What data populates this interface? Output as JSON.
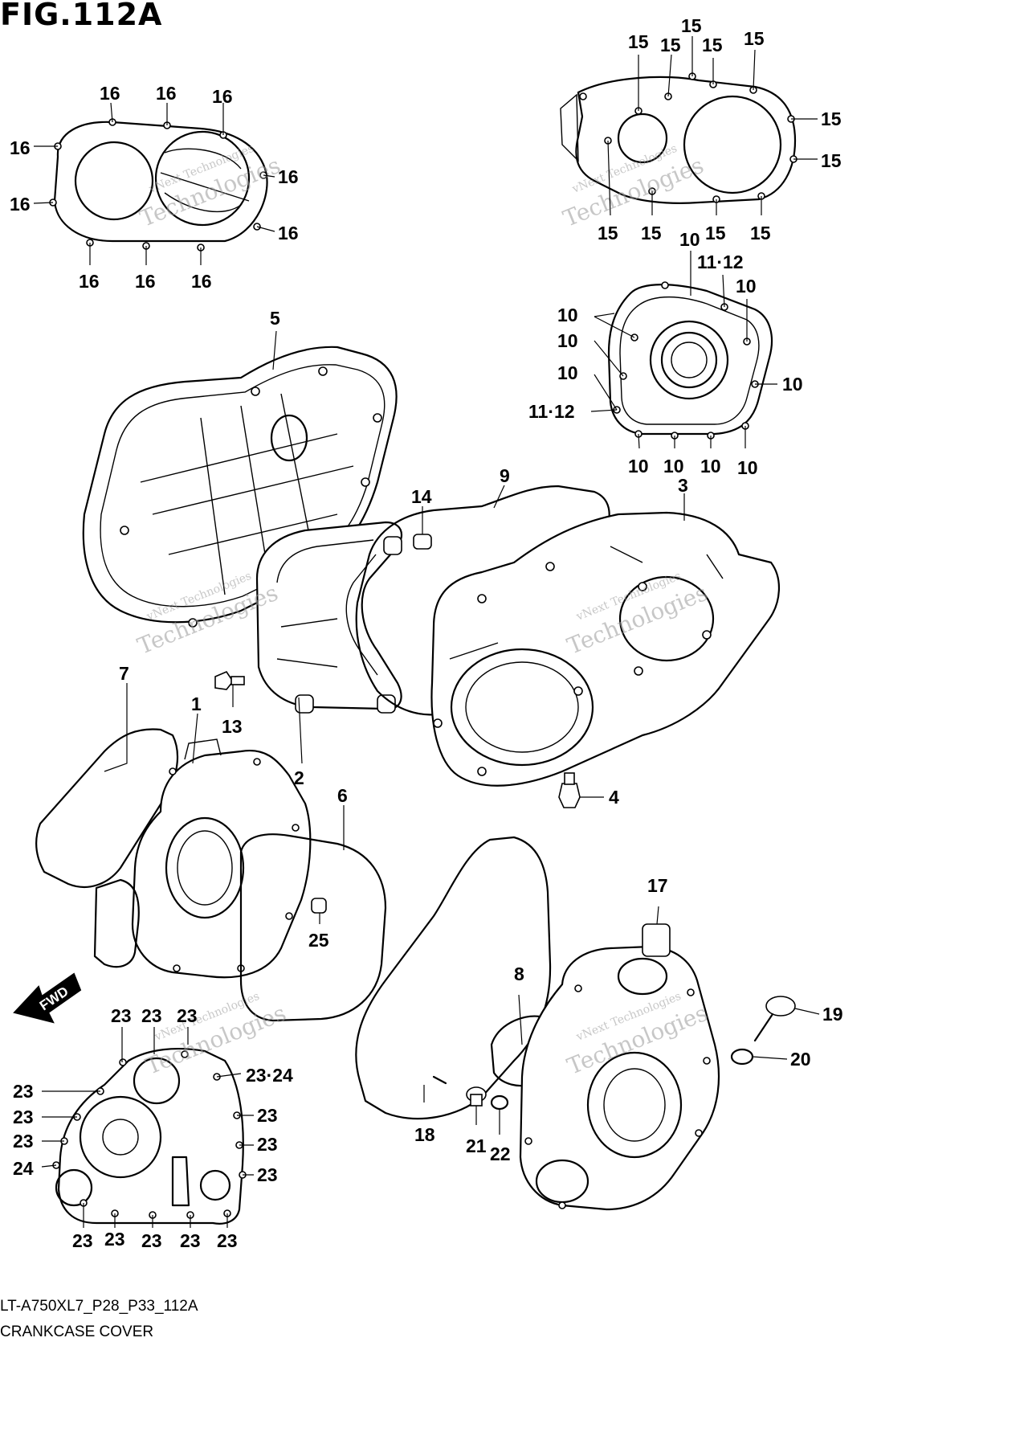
{
  "figure": {
    "title": "FIG.112A",
    "code": "LT-A750XL7_P28_P33_112A",
    "name": "CRANKCASE COVER"
  },
  "watermark": {
    "line1": "vNext Technologies",
    "line2": "Technologies"
  },
  "fwd_label": "FWD",
  "callouts": {
    "c1": "1",
    "c2": "2",
    "c3": "3",
    "c4": "4",
    "c5": "5",
    "c6": "6",
    "c7": "7",
    "c8": "8",
    "c9": "9",
    "c13": "13",
    "c14": "14",
    "c17": "17",
    "c18": "18",
    "c19": "19",
    "c20": "20",
    "c21": "21",
    "c22": "22",
    "c25": "25",
    "p10": "10",
    "p1112": "11·12",
    "p15": "15",
    "p16": "16",
    "p23": "23",
    "p2324": "23·24",
    "p24": "24"
  }
}
